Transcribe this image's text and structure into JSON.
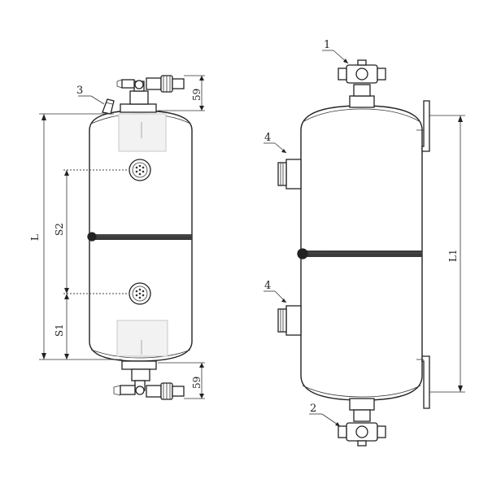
{
  "callouts": {
    "c1": "1",
    "c2": "2",
    "c3": "3",
    "c4a": "4",
    "c4b": "4"
  },
  "dimensions": {
    "top_height": "59",
    "bottom_height": "59",
    "overall_length": "L",
    "sight_glass_upper": "S2",
    "sight_glass_lower": "S1",
    "bracket_length": "L1"
  }
}
